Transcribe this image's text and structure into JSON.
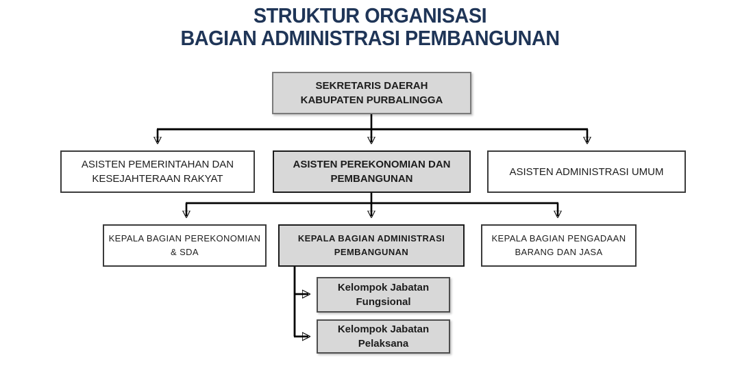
{
  "title": {
    "line1": "STRUKTUR ORGANISASI",
    "line2": "BAGIAN ADMINISTRASI PEMBANGUNAN"
  },
  "colors": {
    "title_text": "#1F3557",
    "gray_box_fill": "#D8D8D8",
    "white_box_fill": "#FFFFFF",
    "box_border": "#3A3A3A",
    "connector": "#000000"
  },
  "nodes": {
    "sekretaris_daerah": {
      "label": "SEKRETARIS DAERAH\nKABUPATEN PURBALINGGA"
    },
    "asisten_pemerintahan": {
      "label": "ASISTEN PEMERINTAHAN DAN\nKESEJAHTERAAN RAKYAT"
    },
    "asisten_perekonomian": {
      "label": "ASISTEN PEREKONOMIAN DAN\nPEMBANGUNAN"
    },
    "asisten_administrasi_umum": {
      "label": "ASISTEN ADMINISTRASI UMUM"
    },
    "kepala_perekonomian_sda": {
      "label": "KEPALA BAGIAN  PEREKONOMIAN\n& SDA"
    },
    "kepala_administrasi_pembangunan": {
      "label": "KEPALA BAGIAN ADMINISTRASI\nPEMBANGUNAN"
    },
    "kepala_pengadaan_barang_jasa": {
      "label": "KEPALA BAGIAN  PENGADAAN\nBARANG  DAN  JASA"
    },
    "kelompok_jabatan_fungsional": {
      "label": "Kelompok Jabatan\nFungsional"
    },
    "kelompok_jabatan_pelaksana": {
      "label": "Kelompok Jabatan\nPelaksana"
    }
  }
}
